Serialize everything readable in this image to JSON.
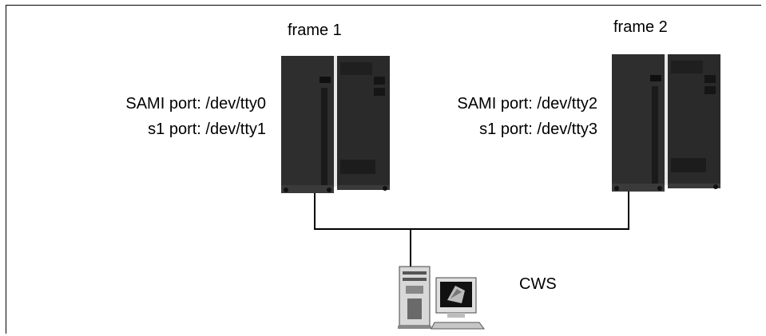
{
  "frames": [
    {
      "name": "frame 1",
      "sami_port": "SAMI port: /dev/tty0",
      "s1_port": "s1 port: /dev/tty1"
    },
    {
      "name": "frame 2",
      "sami_port": "SAMI port: /dev/tty2",
      "s1_port": "s1 port: /dev/tty3"
    }
  ],
  "workstation": {
    "name": "CWS"
  },
  "colors": {
    "frame_body": "#2b2b2b",
    "frame_panel": "#1a1a1a",
    "line": "#000000",
    "border": "#000000"
  }
}
